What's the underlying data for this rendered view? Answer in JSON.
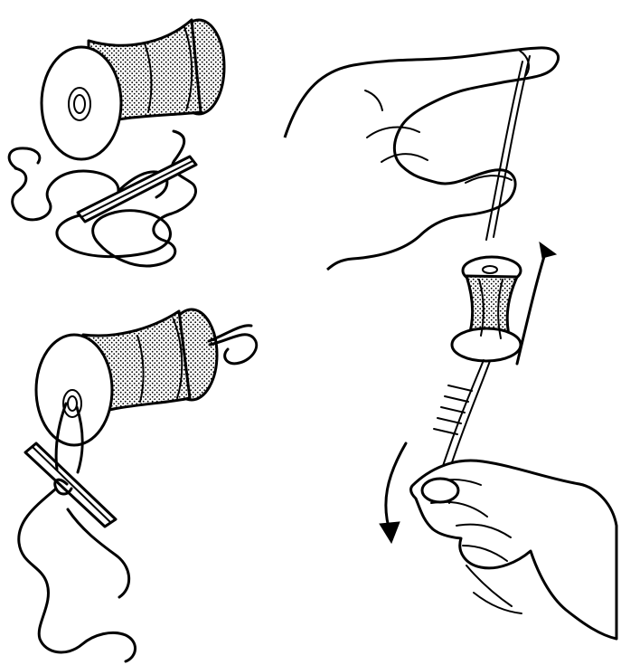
{
  "illustration": {
    "panels": [
      {
        "id": "spool-with-stick-and-thread"
      },
      {
        "id": "thread-tied-to-stick"
      },
      {
        "id": "fingers-spinning-spool"
      }
    ],
    "arrows": [
      {
        "id": "up-arrow"
      },
      {
        "id": "down-curved-arrow"
      }
    ]
  }
}
